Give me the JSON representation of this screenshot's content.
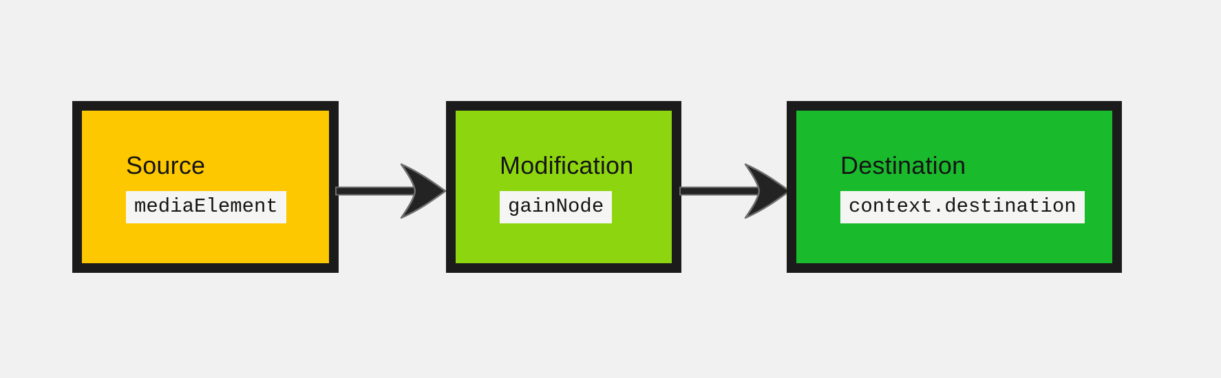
{
  "colors": {
    "background": "#F1F1F1",
    "border": "#1B1B1B",
    "arrow_fill": "#232323",
    "arrow_outline": "#6E6E6E",
    "chip_background": "#F5F5F4",
    "text": "#151515"
  },
  "nodes": [
    {
      "title": "Source",
      "code": "mediaElement",
      "fill": "#FDC800"
    },
    {
      "title": "Modification",
      "code": "gainNode",
      "fill": "#8DD60F"
    },
    {
      "title": "Destination",
      "code": "context.destination",
      "fill": "#19BB2C"
    }
  ],
  "connectors": [
    {
      "from": "Source",
      "to": "Modification",
      "type": "arrow-right"
    },
    {
      "from": "Modification",
      "to": "Destination",
      "type": "arrow-right"
    }
  ]
}
